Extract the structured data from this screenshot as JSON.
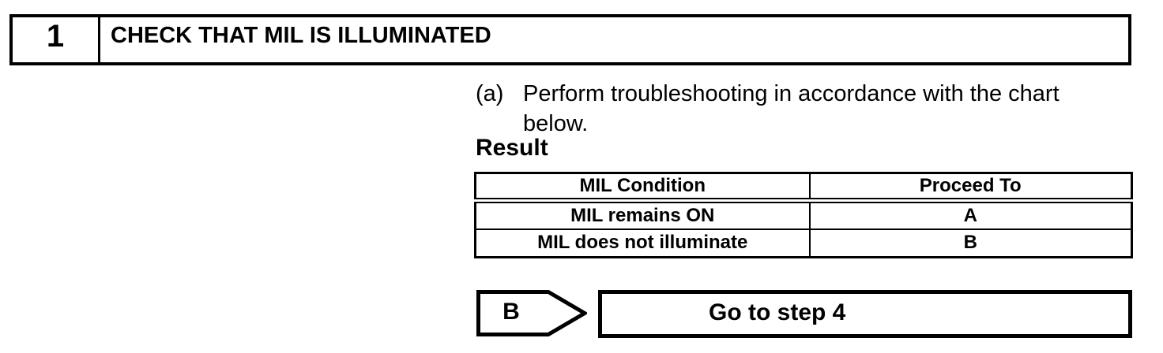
{
  "page": {
    "background": "#ffffff",
    "ink": "#000000"
  },
  "step": {
    "number": "1",
    "title": "CHECK THAT MIL IS ILLUMINATED"
  },
  "instruction": {
    "marker": "(a)",
    "line1": "Perform troubleshooting in accordance with the chart",
    "line2": "below."
  },
  "result": {
    "label": "Result",
    "table": {
      "headers": [
        "MIL Condition",
        "Proceed To"
      ],
      "rows": [
        [
          "MIL remains ON",
          "A"
        ],
        [
          "MIL does not illuminate",
          "B"
        ]
      ]
    }
  },
  "flow": {
    "connector_label": "B",
    "action": "Go to step 4"
  }
}
